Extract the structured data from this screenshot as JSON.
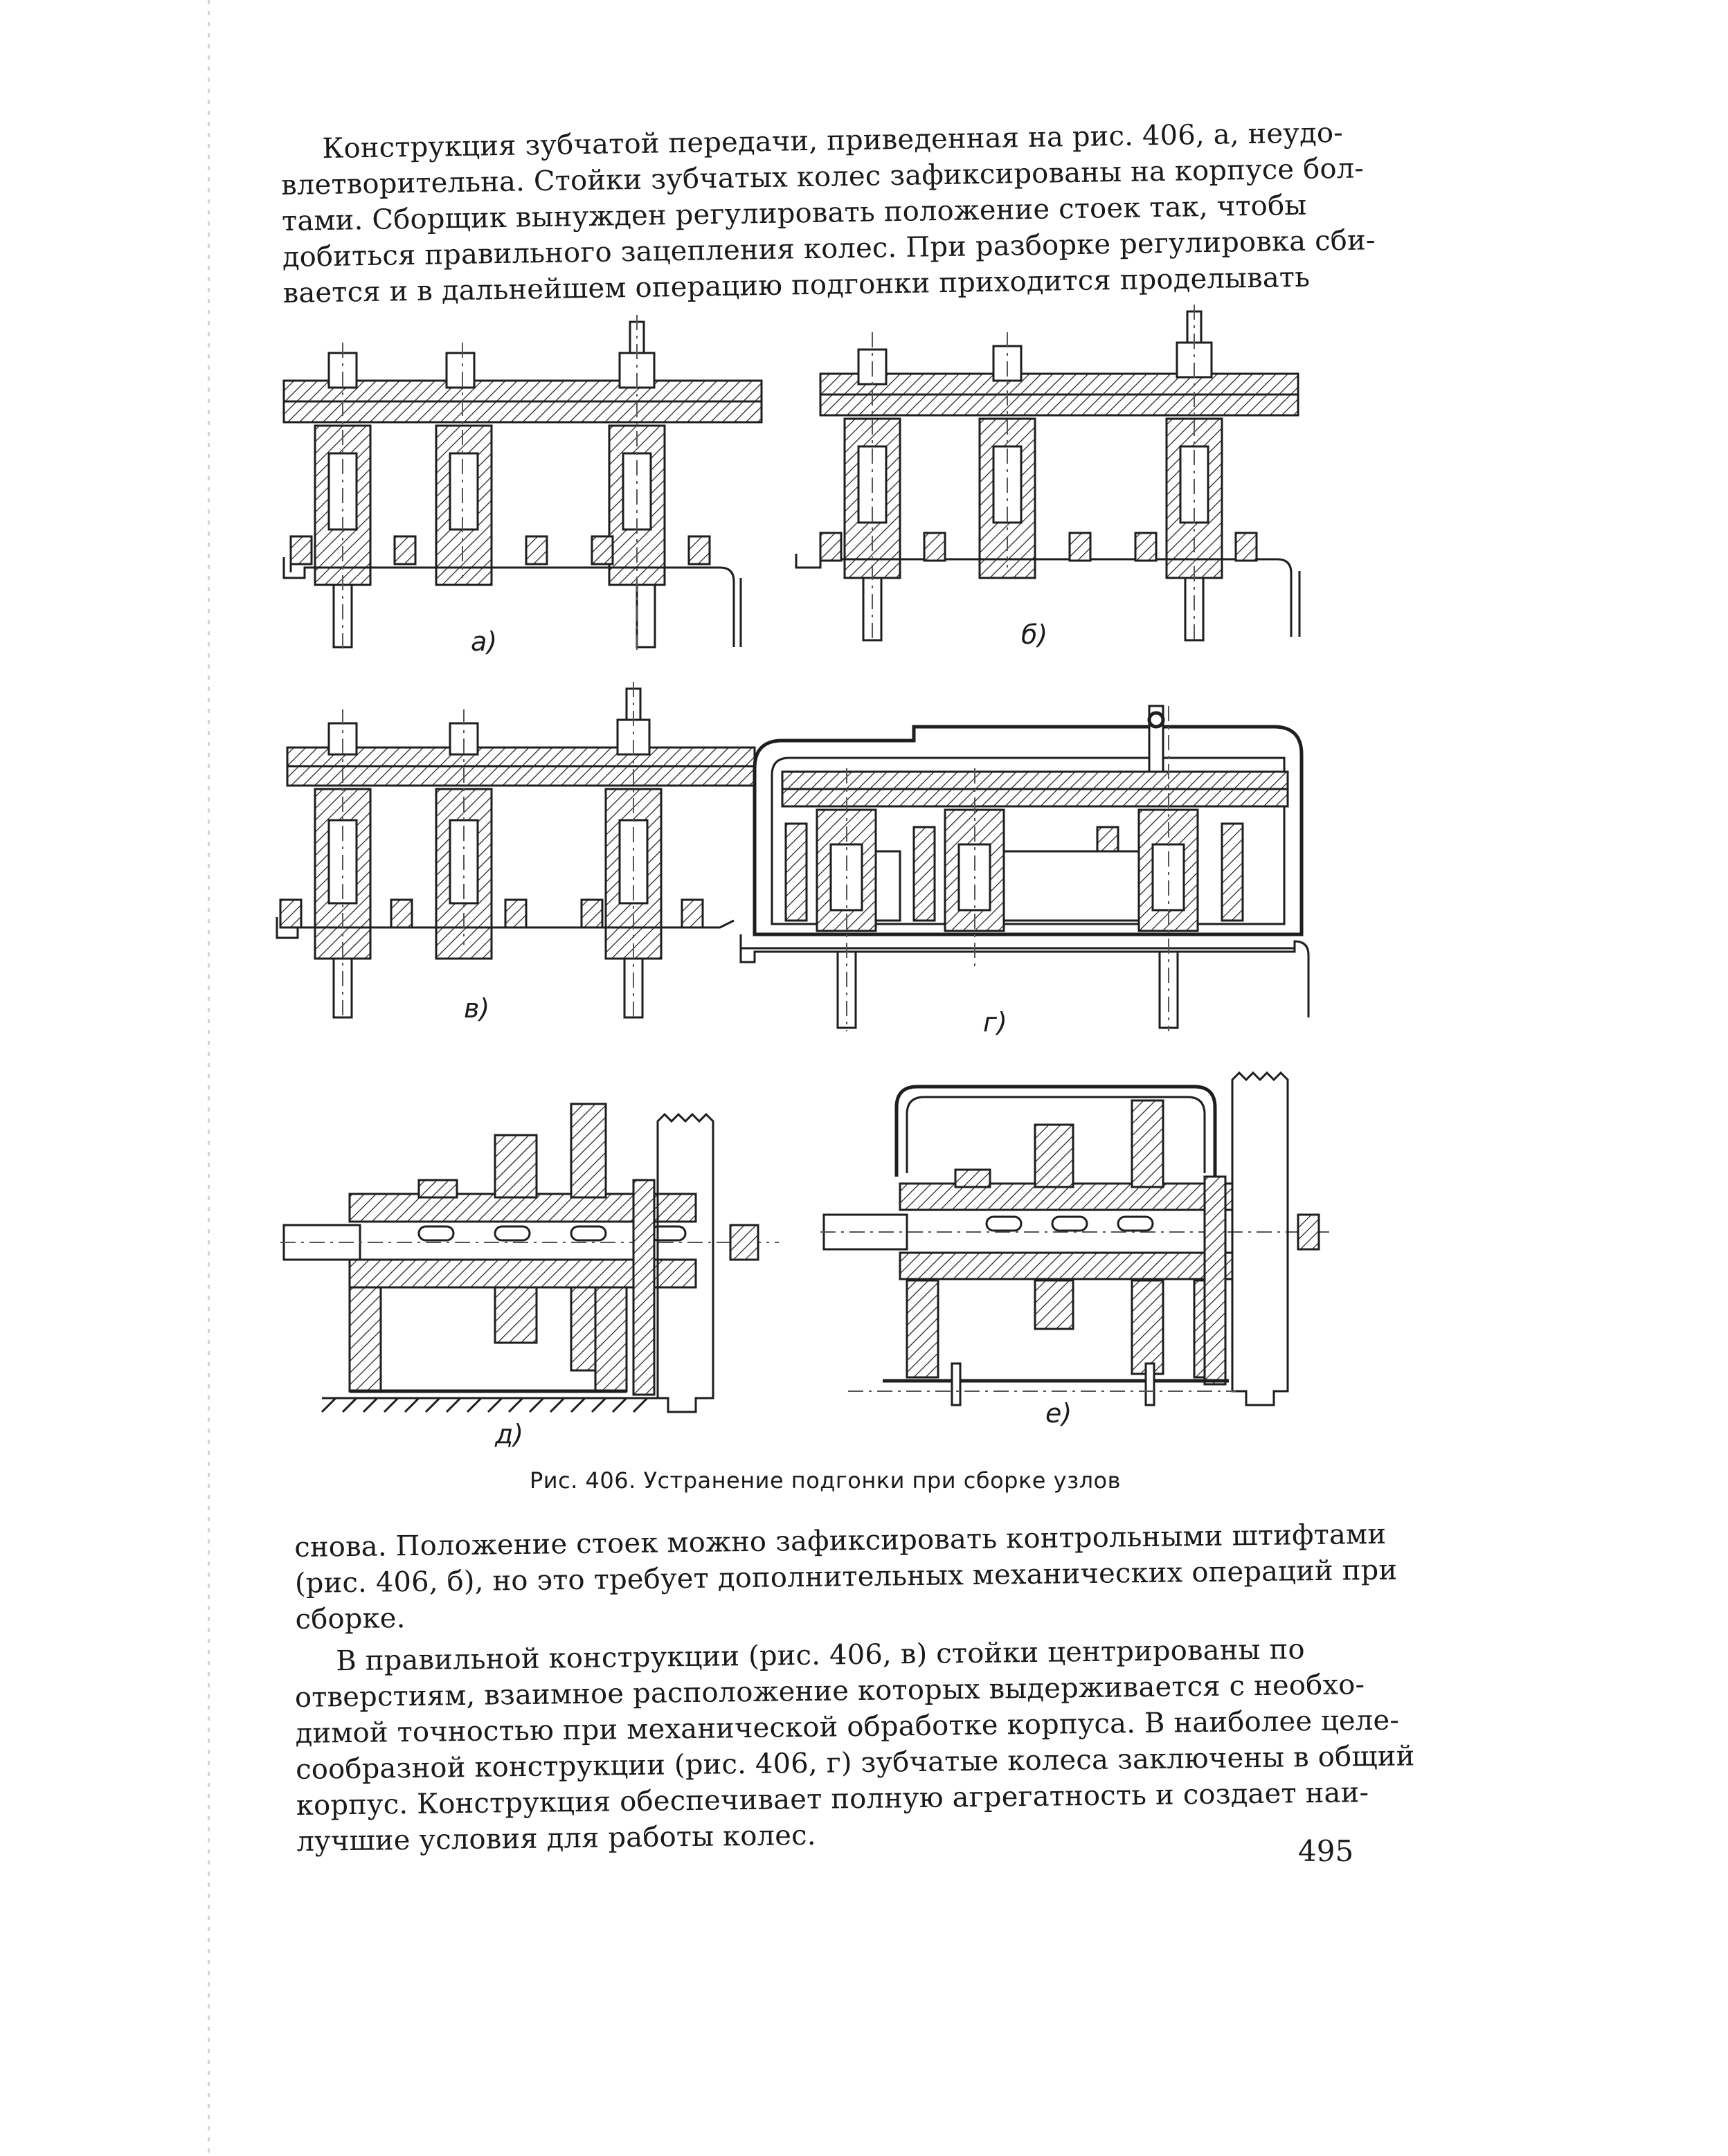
{
  "paragraphs": {
    "intro_lines": [
      "Конструкция зубчатой передачи, приведенная на рис. 406, а, неудо-",
      "влетворительна. Стойки зубчатых колес зафиксированы на корпусе бол-",
      "тами. Сборщик вынужден регулировать положение стоек так, чтобы",
      "добиться правильного зацепления колес. При разборке регулировка сби-",
      "вается и в дальнейшем операцию подгонки приходится проделывать"
    ],
    "continuation_lines": [
      "снова. Положение стоек можно зафиксировать контрольными штифтами",
      "(рис. 406, б), но это требует дополнительных механических операций при",
      "сборке."
    ],
    "correct_design_lines": [
      "В правильной конструкции (рис. 406, в) стойки центрированы по",
      "отверстиям, взаимное расположение которых выдерживается с необхо-",
      "димой точностью при механической обработке корпуса. В наиболее целе-",
      "сообразной конструкции (рис. 406, г) зубчатые колеса заключены в общий",
      "корпус. Конструкция обеспечивает полную агрегатность и создает наи-",
      "лучшие условия для работы колес."
    ]
  },
  "figure": {
    "caption": "Рис. 406. Устранение подгонки при сборке узлов",
    "subfigure_labels": [
      "а)",
      "б)",
      "в)",
      "г)",
      "д)",
      "е)"
    ]
  },
  "page_number": "495"
}
